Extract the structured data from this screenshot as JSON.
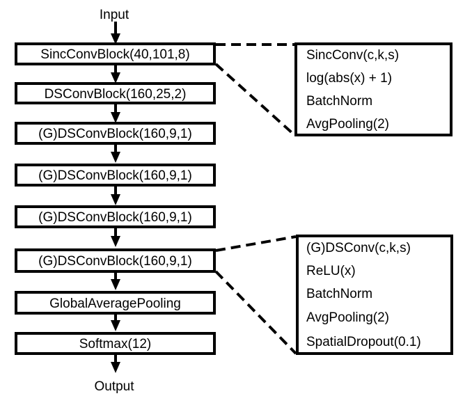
{
  "input_label": "Input",
  "output_label": "Output",
  "blocks": [
    "SincConvBlock(40,101,8)",
    "DSConvBlock(160,25,2)",
    "(G)DSConvBlock(160,9,1)",
    "(G)DSConvBlock(160,9,1)",
    "(G)DSConvBlock(160,9,1)",
    "(G)DSConvBlock(160,9,1)",
    "GlobalAveragePooling",
    "Softmax(12)"
  ],
  "sinc_detail": {
    "layers": [
      "SincConv(c,k,s)",
      "log(abs(x) + 1)",
      "BatchNorm",
      "AvgPooling(2)"
    ]
  },
  "dsconv_detail": {
    "layers": [
      "(G)DSConv(c,k,s)",
      "ReLU(x)",
      "BatchNorm",
      "AvgPooling(2)",
      "SpatialDropout(0.1)"
    ]
  }
}
